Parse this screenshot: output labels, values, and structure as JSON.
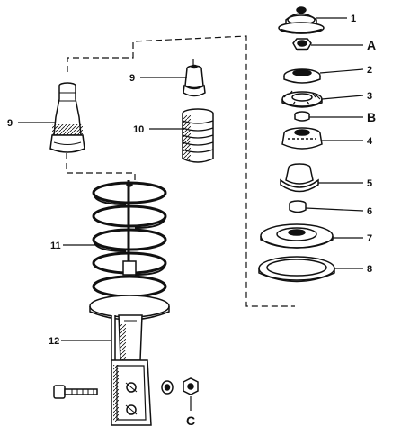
{
  "callouts": {
    "c1": "1",
    "cA": "A",
    "c2": "2",
    "c3": "3",
    "cB": "B",
    "c4": "4",
    "c5": "5",
    "c6": "6",
    "c7": "7",
    "c8": "8",
    "c9_left": "9",
    "c9_top": "9",
    "c10": "10",
    "c11": "11",
    "c12": "12",
    "cC": "C"
  },
  "palette": {
    "ink": "#111111",
    "paper": "#ffffff",
    "shade": "#555555"
  }
}
